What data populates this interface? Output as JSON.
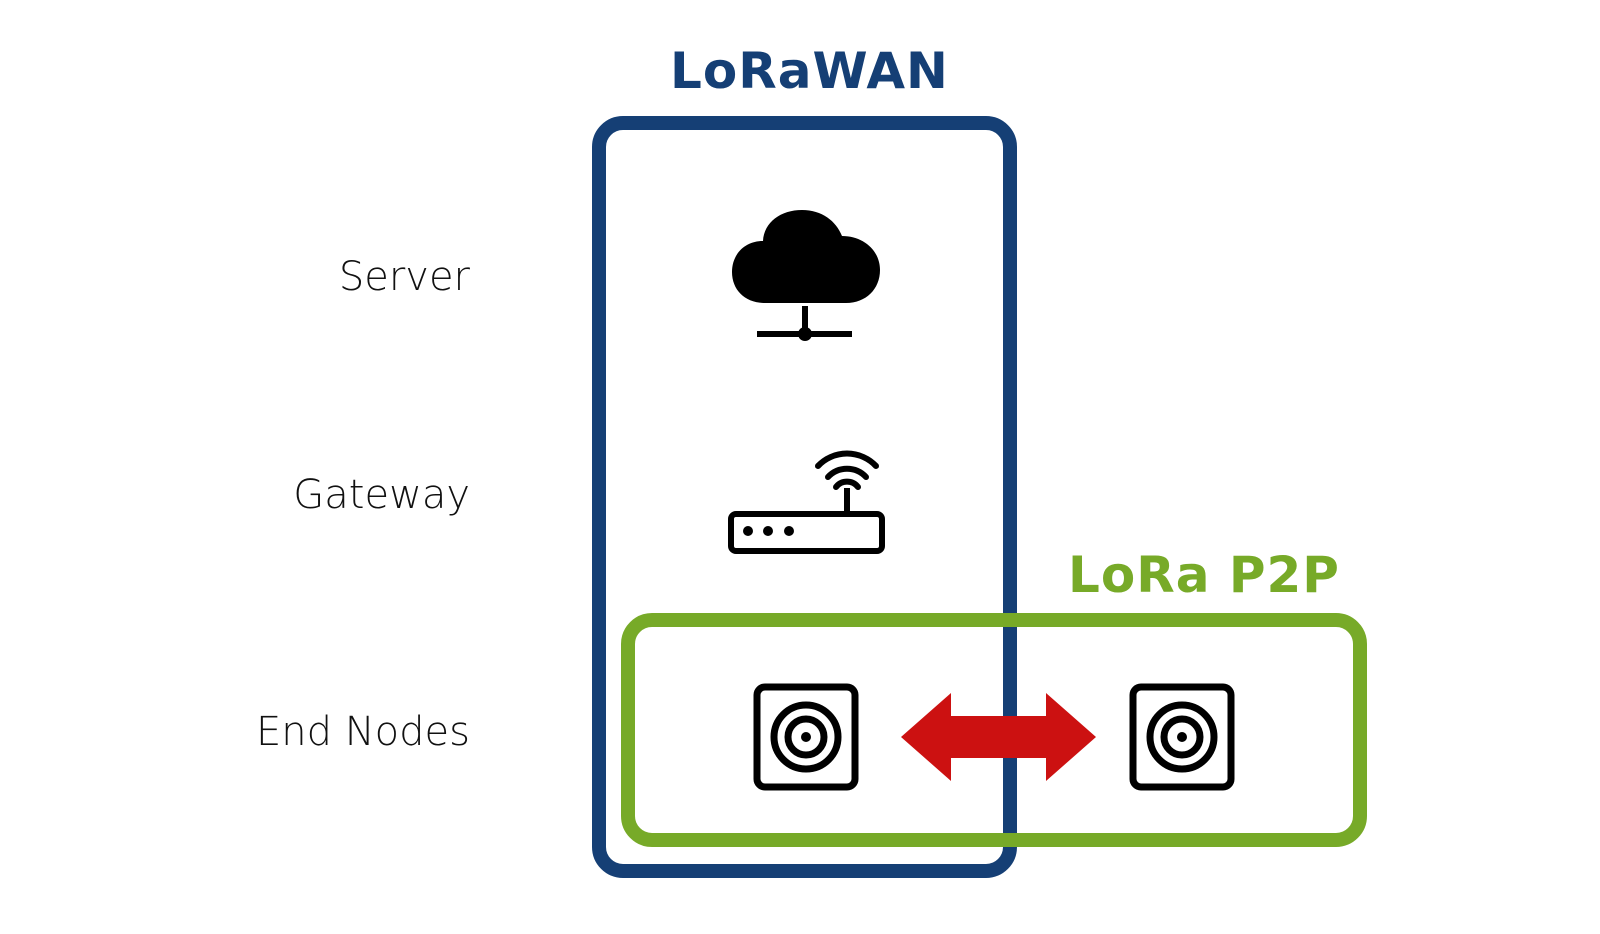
{
  "diagram": {
    "groups": {
      "lorawan": {
        "title": "LoRaWAN",
        "color": "#153F75"
      },
      "p2p": {
        "title": "LoRa P2P",
        "color": "#77AA28"
      }
    },
    "rows": [
      {
        "label": "Server",
        "icon": "cloud-server-icon"
      },
      {
        "label": "Gateway",
        "icon": "wifi-router-icon"
      },
      {
        "label": "End Nodes",
        "icon": "end-node-icon"
      }
    ],
    "link": {
      "type": "bidirectional-arrow",
      "color": "#CC1111"
    },
    "icon_color": "#000000"
  }
}
